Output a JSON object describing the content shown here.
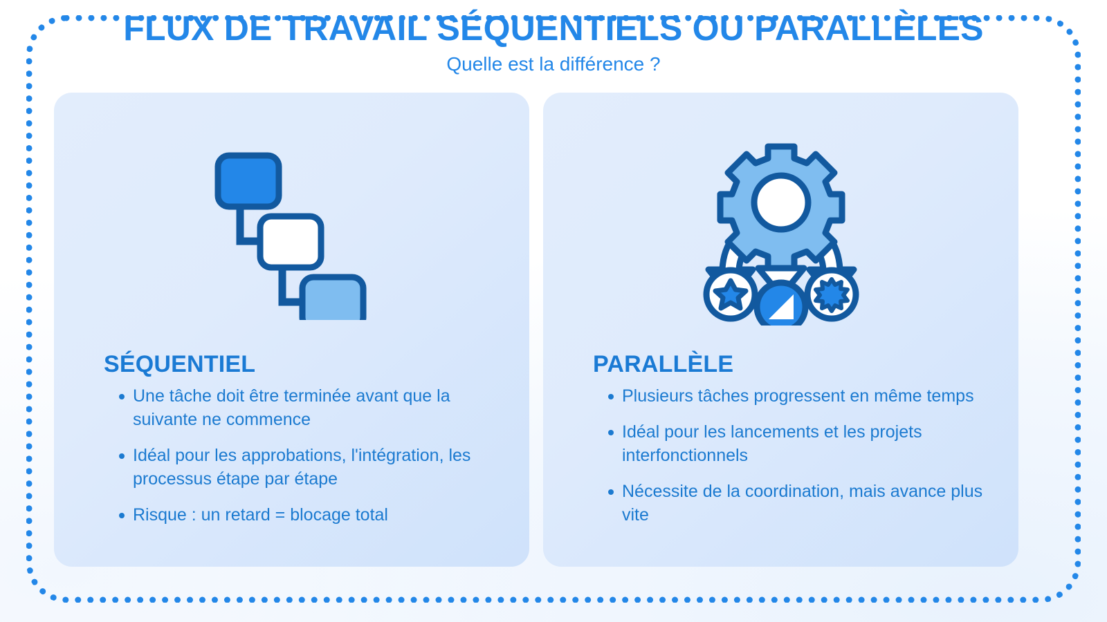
{
  "header": {
    "title": "FLUX DE TRAVAIL SÉQUENTIELS OU PARALLÈLES",
    "subtitle": "Quelle est la différence ?"
  },
  "colors": {
    "accent_blue": "#2387e8",
    "heading_blue": "#1a7ad4",
    "body_blue": "#1b7ad0",
    "stroke_dark_blue": "#12599f",
    "icon_light_blue": "#7fbdf0",
    "card_bg_start": "#e2edfc",
    "card_bg_end": "#cfe2fb",
    "page_bg": "#ffffff"
  },
  "cards": [
    {
      "id": "sequentiel",
      "icon_name": "sequential-workflow-icon",
      "heading": "SÉQUENTIEL",
      "bullets": [
        "Une tâche doit être terminée avant que la suivante ne commence",
        "Idéal pour les approbations, l'intégration, les processus étape par étape",
        "Risque : un retard = blocage total"
      ]
    },
    {
      "id": "parallele",
      "icon_name": "parallel-workflow-icon",
      "heading": "PARALLÈLE",
      "bullets": [
        "Plusieurs tâches progressent en même temps",
        "Idéal pour les lancements et les projets interfonctionnels",
        "Nécessite de la coordination, mais avance plus vite"
      ]
    }
  ]
}
